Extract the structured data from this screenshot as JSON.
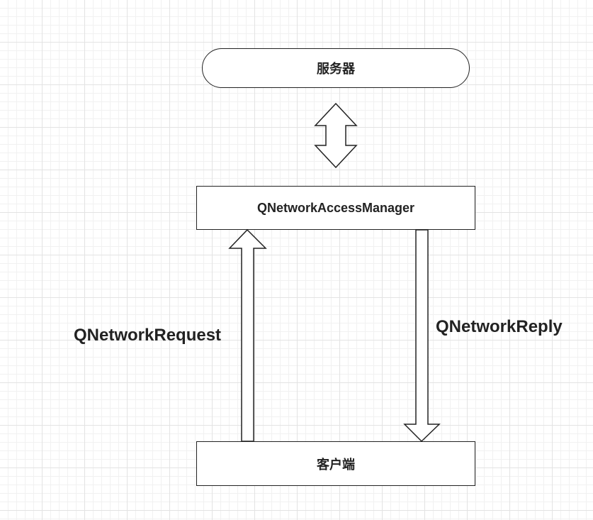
{
  "nodes": {
    "server": "服务器",
    "manager": "QNetworkAccessManager",
    "client": "客户端"
  },
  "edges": {
    "request_label": "QNetworkRequest",
    "reply_label": "QNetworkReply"
  },
  "colors": {
    "stroke": "#222222",
    "fill": "#ffffff",
    "grid_major": "#e3e3e3",
    "grid_minor": "#f1f1f1"
  }
}
